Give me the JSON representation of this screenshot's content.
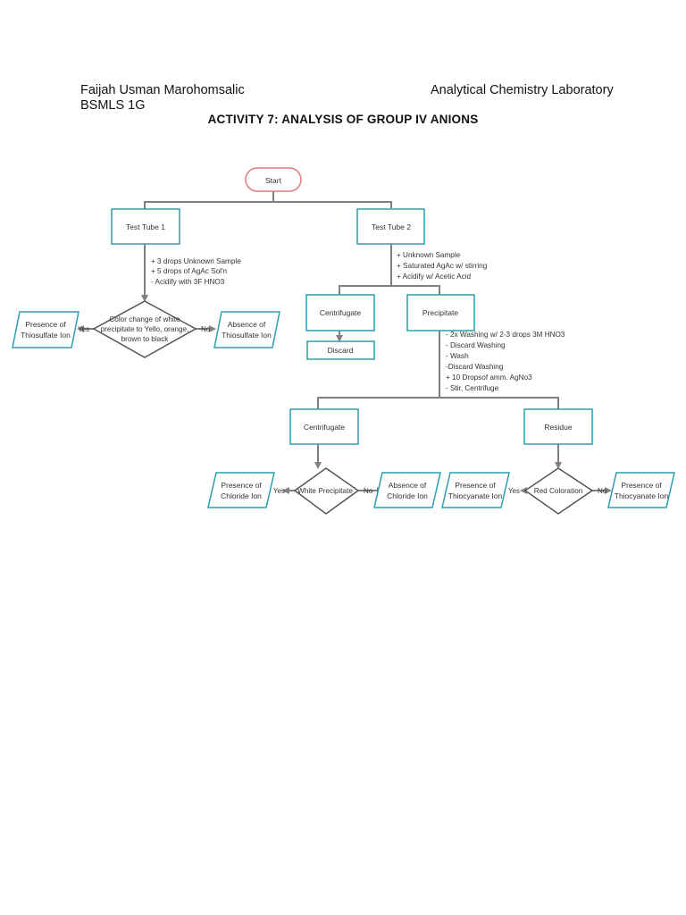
{
  "header": {
    "author": "Faijah Usman Marohomsalic",
    "course": "BSMLS 1G",
    "lab": "Analytical Chemistry Laboratory",
    "title": "ACTIVITY 7: ANALYSIS OF GROUP IV ANIONS"
  },
  "colors": {
    "box_stroke": "#2a9fb4",
    "start_stroke": "#e07a7a",
    "decision_stroke": "#555555",
    "arrow": "#808080"
  },
  "flowchart": {
    "start": "Start",
    "test_tube_1": "Test Tube 1",
    "test_tube_2": "Test Tube 2",
    "tt1_steps": [
      "+ 3 drops Unknown Sample",
      "+ 5 drops of AgAc Sol'n",
      "- Acidify with 3F HNO3"
    ],
    "tt2_steps": [
      "+ Unknown Sample",
      "+ Saturated AgAc w/ stirring",
      "+ Acidify w/ Acetic Acid"
    ],
    "decision_1": [
      "Color change of white",
      "precipitate to Yello, orange,",
      "brown to black"
    ],
    "presence_thiosulfate": [
      "Presence of",
      "Thiosulfate Ion"
    ],
    "absence_thiosulfate": [
      "Absence of",
      "Thiosulfate Ion"
    ],
    "centrifugate_1": "Centrifugate",
    "precipitate": "Precipitate",
    "discard": "Discard",
    "precipitate_steps": [
      "- 2x Washing w/ 2-3 drops 3M HNO3",
      "- Discard Washing",
      "- Wash",
      "-Discard Washing",
      "+ 10 Dropsof amm. AgNo3",
      "- Stir, Centrifuge"
    ],
    "centrifugate_2": "Centrifugate",
    "residue": "Residue",
    "decision_white": "White Precipitate",
    "decision_red": "Red Coloration",
    "presence_chloride": [
      "Presence of",
      "Chloride Ion"
    ],
    "absence_chloride": [
      "Absence of",
      "Chloride Ion"
    ],
    "presence_thiocyanate": [
      "Presence of",
      "Thiocyanate Ion"
    ],
    "presence_thiocyanate_no": [
      "Presence of",
      "Thiocyanate Ion"
    ],
    "yes": "Yes",
    "no": "No"
  }
}
